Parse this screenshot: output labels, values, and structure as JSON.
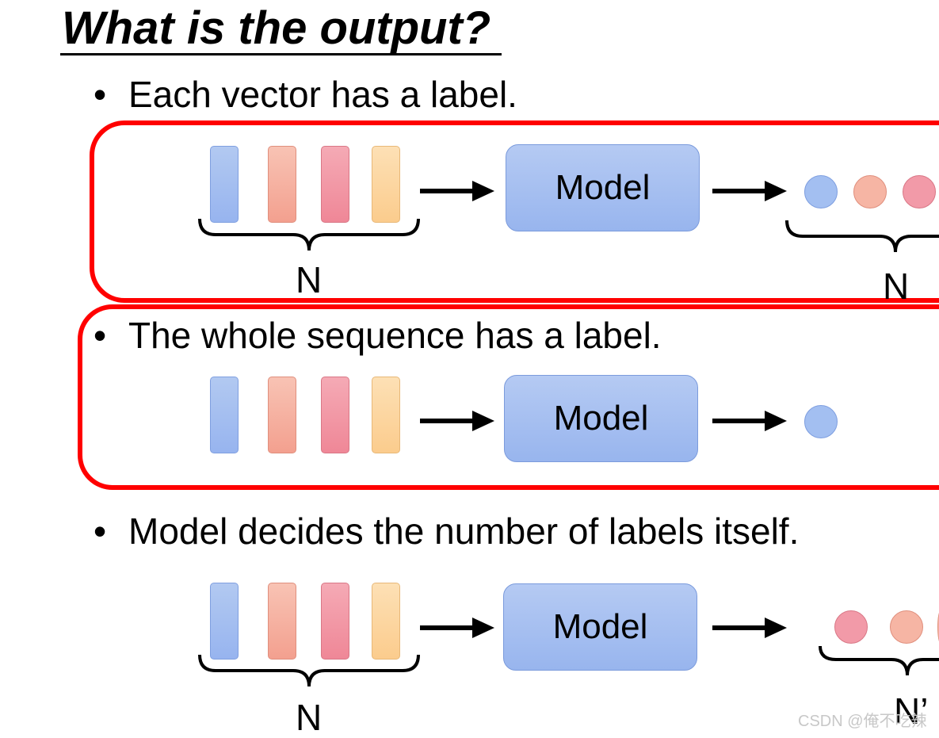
{
  "title": "What is the output?",
  "bullets": [
    "Each vector has a label.",
    "The whole sequence has a label.",
    "Model decides the number of labels itself."
  ],
  "bullet_symbol": "•",
  "model_label": "Model",
  "input_count_label": "N",
  "output_count_label_1": "N",
  "output_count_label_3": "N’",
  "watermark": "CSDN @俺不吃辣",
  "colors": {
    "highlight": "#ff0000",
    "vector_blue": "#a3bff1",
    "vector_salmon": "#f6b5a4",
    "vector_pink": "#f29aa8",
    "vector_yellow": "#fcd7a0",
    "model_fill": "#a7c0f1"
  }
}
